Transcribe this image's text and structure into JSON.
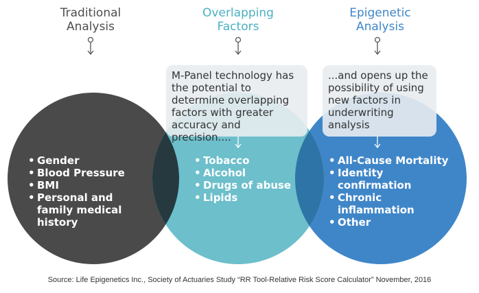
{
  "headings": {
    "traditional": [
      "Traditional",
      "Analysis"
    ],
    "overlapping": [
      "Overlapping",
      "Factors"
    ],
    "epigenetic": [
      "Epigenetic",
      "Analysis"
    ]
  },
  "colors": {
    "traditional": "#4a4a4a",
    "overlapping": "#6cbfcb",
    "epigenetic": "#3f86c8",
    "overlap_left": "#26393f",
    "overlap_right": "#2f74a6",
    "heading_overlapping": "#4ab0c1",
    "heading_epigenetic": "#3e86c9"
  },
  "callouts": {
    "mpanel": "M-Panel technology has the potential to determine overlapping factors with greater accuracy and precision....",
    "opens": "...and opens up the possibility of using new factors in underwriting analysis"
  },
  "lists": {
    "traditional": [
      "Gender",
      "Blood Pressure",
      "BMI",
      "Personal and family medical history"
    ],
    "overlapping": [
      "Tobacco",
      "Alcohol",
      "Drugs of abuse",
      "Lipids"
    ],
    "epigenetic": [
      "All-Cause Mortality",
      "Identity confirmation",
      "Chronic inflammation",
      "Other"
    ]
  },
  "source": "Source: Life Epigenetics Inc., Society of Actuaries Study “RR Tool-Relative Risk Score Calculator” November, 2016"
}
